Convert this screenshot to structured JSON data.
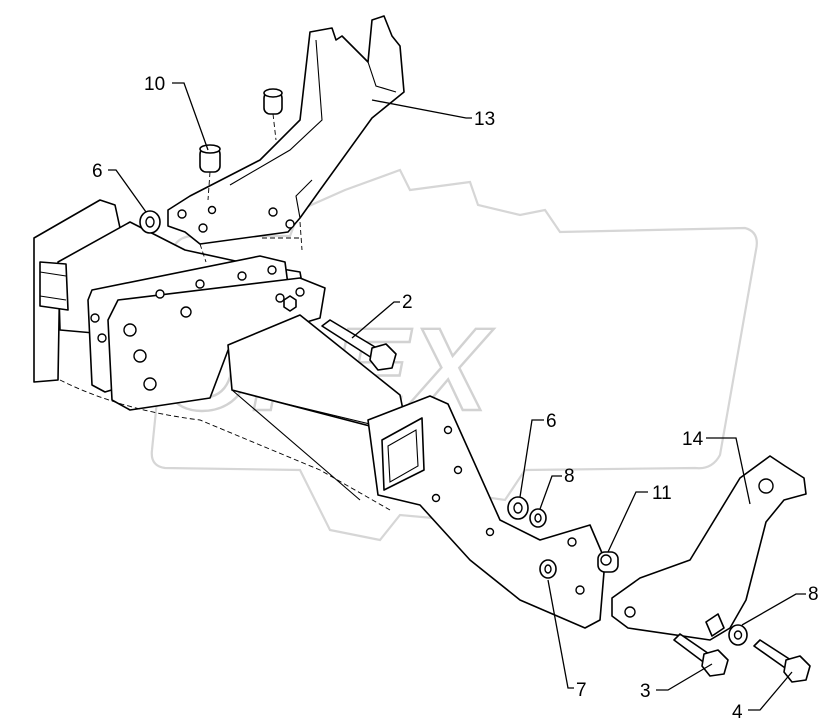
{
  "diagram": {
    "watermark_text": "OPEX",
    "callouts": [
      {
        "id": "c1",
        "text": "10"
      },
      {
        "id": "c2",
        "text": "13"
      },
      {
        "id": "c3",
        "text": "6"
      },
      {
        "id": "c4",
        "text": "2"
      },
      {
        "id": "c5",
        "text": "6"
      },
      {
        "id": "c6",
        "text": "8"
      },
      {
        "id": "c7",
        "text": "11"
      },
      {
        "id": "c8",
        "text": "14"
      },
      {
        "id": "c9",
        "text": "8"
      },
      {
        "id": "c10",
        "text": "7"
      },
      {
        "id": "c11",
        "text": "3"
      },
      {
        "id": "c12",
        "text": "4"
      }
    ]
  }
}
